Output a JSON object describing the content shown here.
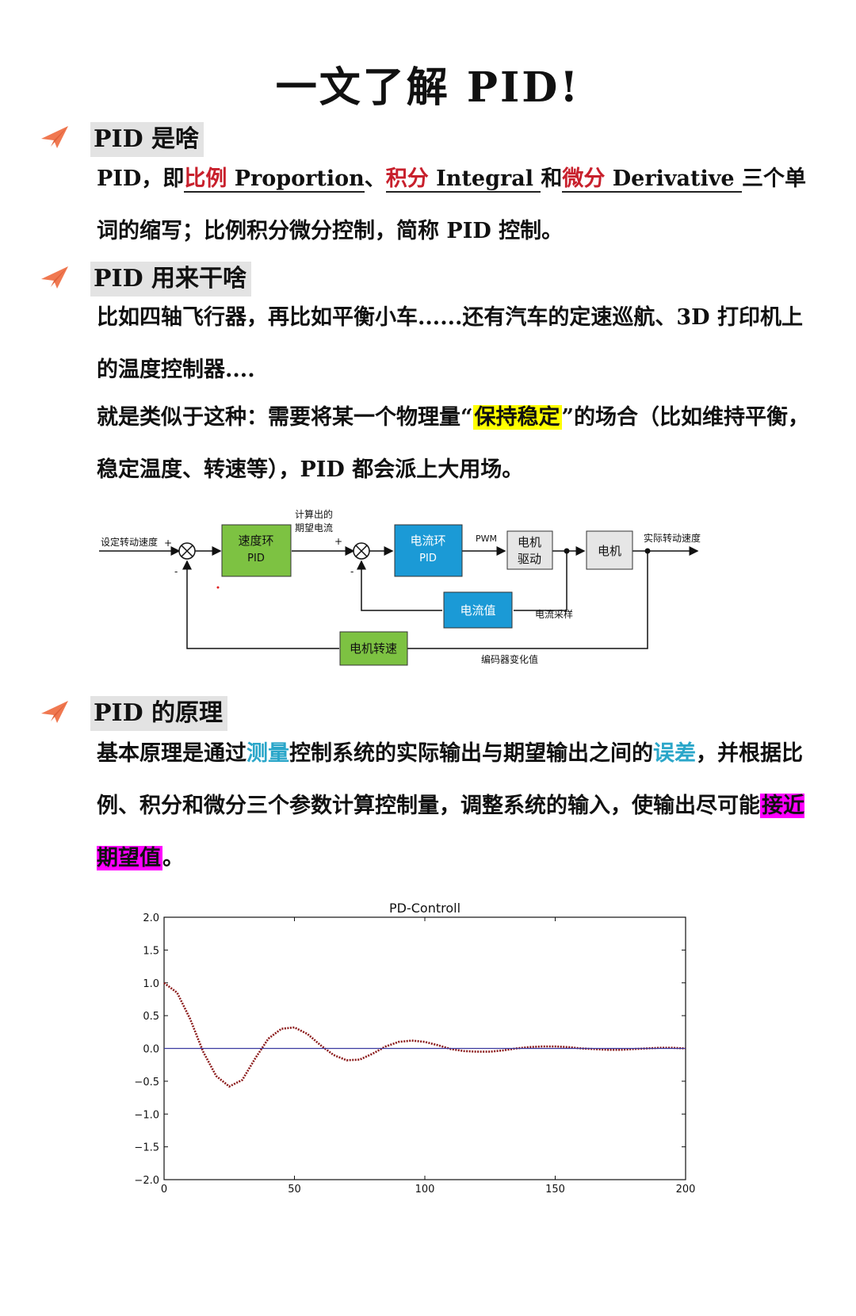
{
  "title": "一文了解 PID!",
  "icons": {
    "section_bullet": "paper-plane-icon",
    "bullet_color": "#f07850"
  },
  "section1": {
    "heading": "PID 是啥",
    "t1": "PID，即",
    "term1": "比例",
    "en1": " Proportion",
    "sep1": "、",
    "term2": "积分",
    "en2": " Integral ",
    "and": "和",
    "term3": "微分",
    "en3": " Derivative ",
    "t2": "三个单词的缩写；比例积分微分控制，简称 PID 控制。"
  },
  "section2": {
    "heading": "PID 用来干啥",
    "p1": "比如四轴飞行器，再比如平衡小车......还有汽车的定速巡航、3D 打印机上的温度控制器....",
    "p2_a": "就是类似于这种：需要将某一个物理量“",
    "p2_hl": "保持稳定",
    "p2_b": "”的场合（比如维持平衡，稳定温度、转速等），PID 都会派上大用场。"
  },
  "diagram": {
    "setpoint": "设定转动速度",
    "plus1": "+",
    "minus1": "-",
    "speed_loop_1": "速度环",
    "speed_loop_2": "PID",
    "calc_1": "计算出的",
    "calc_2": "期望电流",
    "plus2": "+",
    "minus2": "-",
    "current_loop_1": "电流环",
    "current_loop_2": "PID",
    "pwm": "PWM",
    "driver_1": "电机",
    "driver_2": "驱动",
    "motor": "电机",
    "actual": "实际转动速度",
    "current_val": "电流值",
    "current_sample": "电流采样",
    "motor_speed": "电机转速",
    "encoder": "编码器变化值",
    "colors": {
      "green": "#7dc242",
      "blue": "#1b9ad6",
      "gray": "#e6e6e6"
    }
  },
  "section3": {
    "heading": "PID 的原理",
    "a": "基本原理是通过",
    "b": "测量",
    "c": "控制系统的实际输出与期望输出之间的",
    "d": "误差",
    "e": "，并根据比例、积分和微分三个参数计算控制量，调整系统的输入，使输出尽可能",
    "f": "接近期望值",
    "g": "。"
  },
  "chart_data": {
    "type": "line",
    "title": "PD-Controll",
    "xlim": [
      0,
      200
    ],
    "ylim": [
      -2.0,
      2.0
    ],
    "xticks": [
      "0",
      "50",
      "100",
      "150",
      "200"
    ],
    "yticks": [
      "2.0",
      "1.5",
      "1.0",
      "0.5",
      "0.0",
      "−0.5",
      "−1.0",
      "−1.5",
      "−2.0"
    ],
    "series": [
      {
        "color": "#8b1a1a",
        "x": [
          0,
          5,
          10,
          15,
          20,
          25,
          30,
          35,
          40,
          45,
          50,
          55,
          60,
          65,
          70,
          75,
          80,
          85,
          90,
          95,
          100,
          105,
          110,
          115,
          120,
          125,
          130,
          135,
          140,
          145,
          150,
          155,
          160,
          165,
          170,
          175,
          180,
          185,
          190,
          195,
          200
        ],
        "y": [
          1.0,
          0.85,
          0.45,
          -0.05,
          -0.42,
          -0.58,
          -0.48,
          -0.15,
          0.15,
          0.3,
          0.32,
          0.22,
          0.05,
          -0.1,
          -0.18,
          -0.17,
          -0.08,
          0.03,
          0.1,
          0.12,
          0.1,
          0.05,
          -0.01,
          -0.04,
          -0.05,
          -0.05,
          -0.03,
          0.0,
          0.02,
          0.03,
          0.03,
          0.02,
          0.0,
          -0.01,
          -0.02,
          -0.02,
          -0.01,
          0.0,
          0.01,
          0.01,
          0.0
        ]
      },
      {
        "color": "#3a3aa0",
        "x": [
          0,
          200
        ],
        "y": [
          0,
          0
        ]
      }
    ]
  }
}
